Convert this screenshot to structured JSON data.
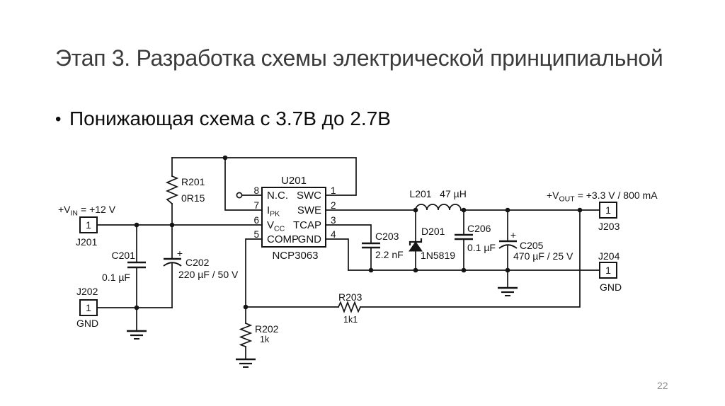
{
  "slide": {
    "title": "Этап 3. Разработка схемы электрической принципиальной",
    "bullet_marker": "•",
    "bullet": "Понижающая схема с 3.7В до 2.7В",
    "page_number": "22"
  },
  "schematic": {
    "nets": {
      "vin_prefix": "+V",
      "vin_sub": "IN",
      "vin_rest": "= +12 V",
      "vout_prefix": "+V",
      "vout_sub": "OUT",
      "vout_rest": "= +3.3 V / 800 mA"
    },
    "connectors": {
      "j201": {
        "ref": "J201",
        "pin": "1"
      },
      "j202": {
        "ref": "J202",
        "pin": "1",
        "net": "GND"
      },
      "j203": {
        "ref": "J203",
        "pin": "1"
      },
      "j204": {
        "ref": "J204",
        "pin": "1",
        "net": "GND"
      }
    },
    "u201": {
      "ref": "U201",
      "part": "NCP3063",
      "pins_left": [
        {
          "num": "8",
          "name": "N.C."
        },
        {
          "num": "7",
          "main": "I",
          "sub": "PK"
        },
        {
          "num": "6",
          "main": "V",
          "sub": "CC"
        },
        {
          "num": "5",
          "name": "COMP"
        }
      ],
      "pins_right": [
        {
          "num": "1",
          "name": "SWC"
        },
        {
          "num": "2",
          "name": "SWE"
        },
        {
          "num": "3",
          "name": "TCAP"
        },
        {
          "num": "4",
          "name": "GND"
        }
      ]
    },
    "components": {
      "r201": {
        "ref": "R201",
        "value": "0R15"
      },
      "r202": {
        "ref": "R202",
        "value": "1k"
      },
      "r203": {
        "ref": "R203",
        "value": "1k1"
      },
      "c201": {
        "ref": "C201",
        "value": "0.1 µF"
      },
      "c202": {
        "ref": "C202",
        "value": "220 µF / 50 V",
        "polarity": "+"
      },
      "c203": {
        "ref": "C203",
        "value": "2.2 nF"
      },
      "c205": {
        "ref": "C205",
        "value": "470 µF / 25 V",
        "polarity": "+"
      },
      "c206": {
        "ref": "C206",
        "value": "0.1 µF"
      },
      "d201": {
        "ref": "D201",
        "value": "1N5819"
      },
      "l201": {
        "ref": "L201",
        "value": "47 µH"
      }
    }
  }
}
